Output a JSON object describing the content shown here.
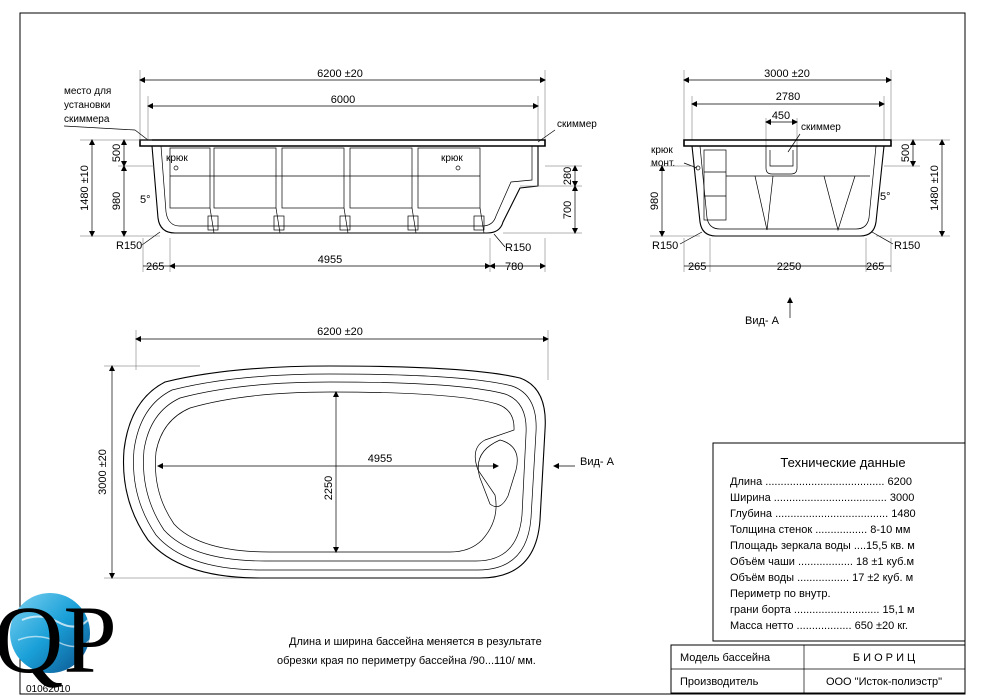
{
  "side_view": {
    "overall_length": "6200 ±20",
    "inner_length": "6000",
    "skimmer_place_label": [
      "место для",
      "установки",
      "скиммера"
    ],
    "skimmer_label": "скиммер",
    "hook_left": "крюк",
    "hook_right": "крюк",
    "height_total": "1480 ±10",
    "rim_height": "500",
    "body_height": "980",
    "step_top": "280",
    "step_height": "700",
    "angle": "5°",
    "radius_left": "R150",
    "radius_right": "R150",
    "wall_left": "265",
    "floor_length": "4955",
    "step_length": "780"
  },
  "end_view": {
    "overall_width": "3000 ±20",
    "inner_width": "2780",
    "skimmer_width": "450",
    "skimmer_label": "скиммер",
    "hook_label": [
      "крюк",
      "монт."
    ],
    "body_height": "980",
    "rim_height": "500",
    "height_total": "1480 ±10",
    "angle": "5°",
    "radius_left": "R150",
    "radius_right": "R150",
    "wall_left": "265",
    "floor_width": "2250",
    "wall_right": "265",
    "view_label": "Вид- А"
  },
  "plan_view": {
    "overall_length": "6200 ±20",
    "overall_width": "3000 ±20",
    "floor_length": "4955",
    "floor_width": "2250",
    "view_label": "Вид- А"
  },
  "tech": {
    "title": "Технические данные",
    "rows": [
      "Длина ....................................... 6200",
      "Ширина ..................................... 3000",
      "Глубина ..................................... 1480",
      "Толщина  стенок ................. 8-10 мм",
      "Площадь зеркала воды ....15,5 кв. м",
      "Объём чаши .................. 18 ±1 куб.м",
      "Объём воды ................. 17 ±2 куб. м",
      "Периметр по внутр.",
      "грани борта ............................ 15,1 м",
      "Масса нетто ..................   650 ±20 кг."
    ]
  },
  "note": {
    "line1": "Длина и ширина  бассейна меняется в результате",
    "line2": "обрезки края по периметру бассейна /90...110/ мм."
  },
  "title_block": {
    "model_label": "Модель бассейна",
    "model_value": "Б И О Р И Ц",
    "maker_label": "Производитель",
    "maker_value": "ООО \"Исток-полиэстр\""
  },
  "logo": {
    "text": "QP",
    "code": "01062010",
    "water_color": "#1aa0d8"
  }
}
